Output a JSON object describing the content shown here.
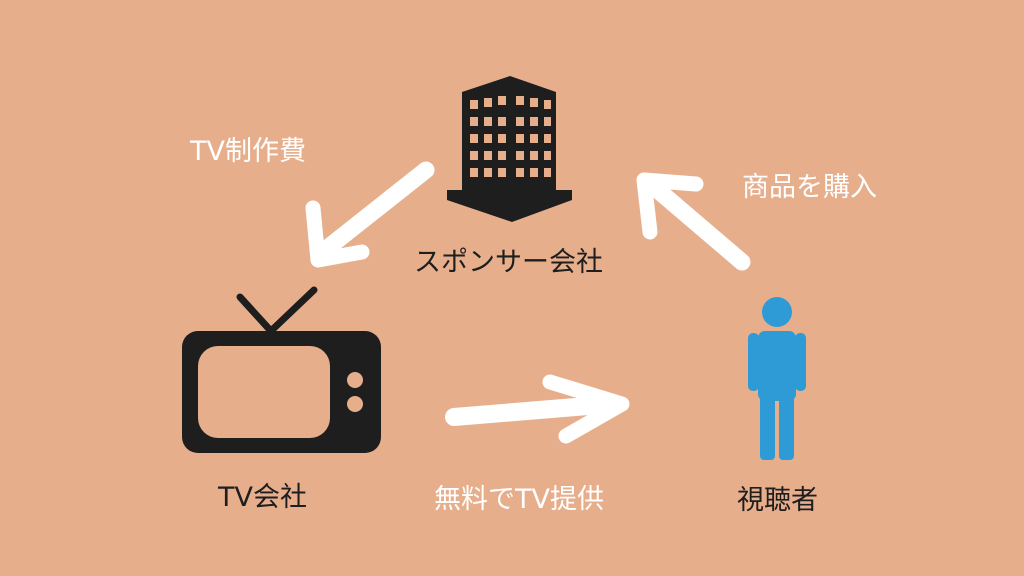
{
  "diagram": {
    "nodes": {
      "sponsor": {
        "label": "スポンサー会社",
        "icon": "office-building-icon"
      },
      "tv_company": {
        "label": "TV会社",
        "icon": "television-icon"
      },
      "viewer": {
        "label": "視聴者",
        "icon": "person-icon"
      }
    },
    "edges": {
      "sponsor_to_tv": {
        "label": "TV制作費"
      },
      "tv_to_viewer": {
        "label": "無料でTV提供"
      },
      "viewer_to_sponsor": {
        "label": "商品を購入"
      }
    }
  },
  "colors": {
    "background": "#e7ae8c",
    "icon_dark": "#1e1e1e",
    "person": "#2e9bd6",
    "arrow": "#ffffff",
    "light_text": "#ffffff"
  }
}
